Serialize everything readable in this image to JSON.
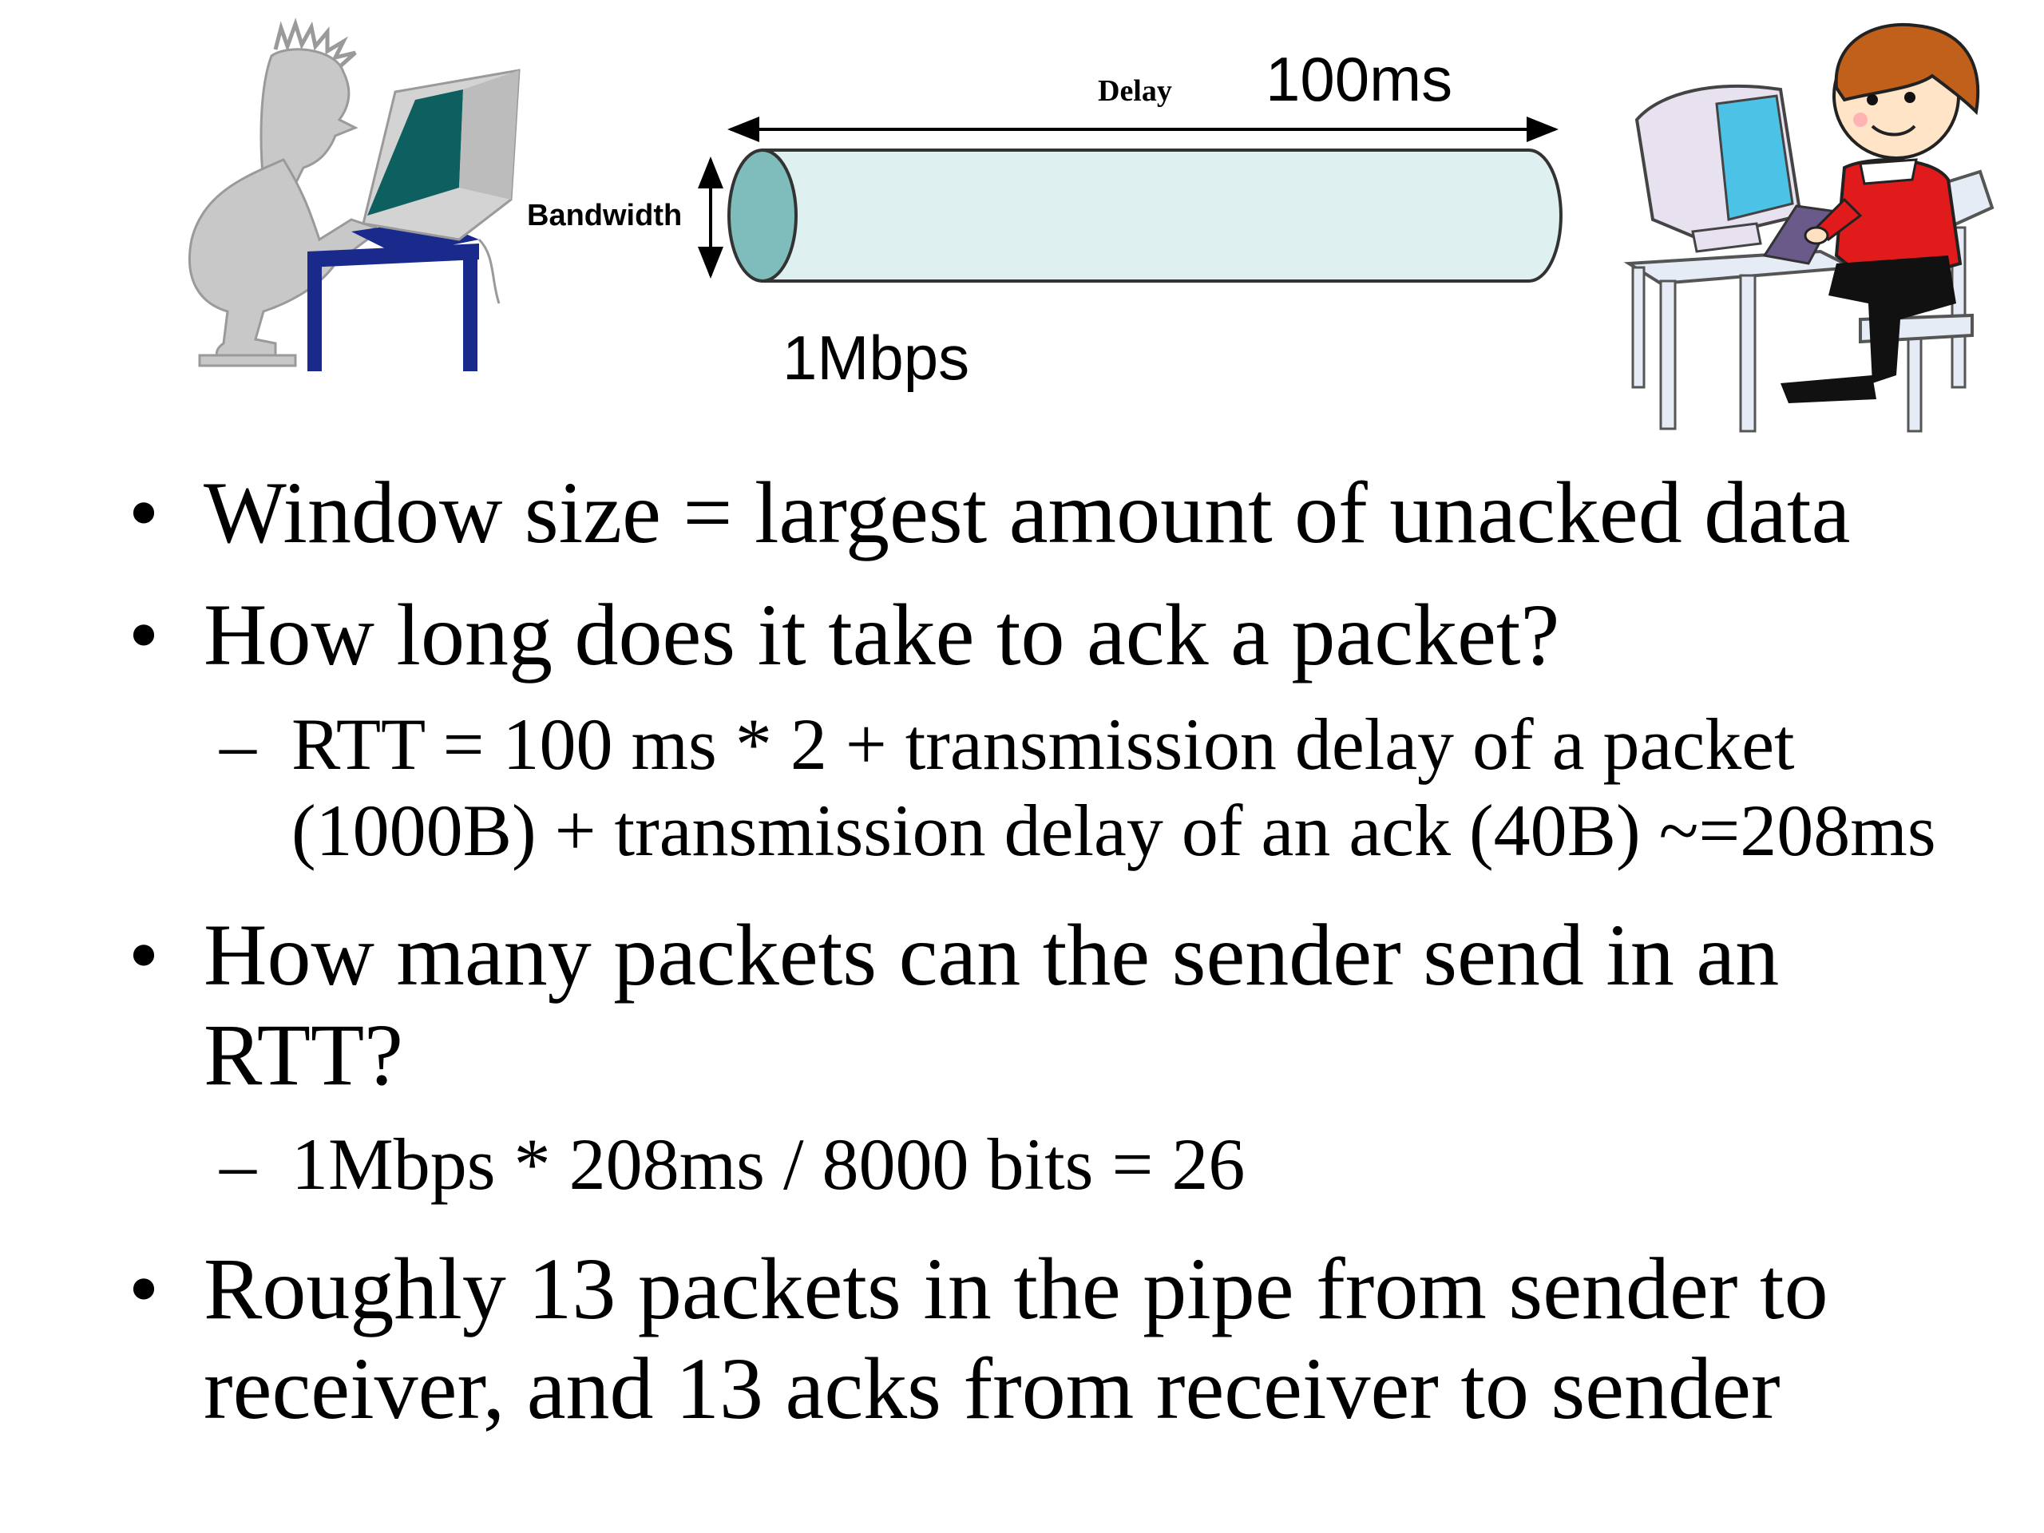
{
  "diagram": {
    "delay_label": "Delay",
    "delay_value": "100ms",
    "bandwidth_label": "Bandwidth",
    "bandwidth_value": "1Mbps",
    "sender_icon": "person-at-computer-icon",
    "receiver_icon": "boy-at-computer-icon",
    "pipe_color": "#dff0f0",
    "pipe_end_color": "#7fbcbc"
  },
  "bullets": [
    {
      "marker": "•",
      "text": "Window size = largest amount of unacked data"
    },
    {
      "marker": "•",
      "text": "How long does it take to ack a packet?"
    },
    {
      "marker": "–",
      "text": "RTT = 100 ms * 2 + transmission delay of a packet (1000B) + transmission delay of an ack (40B) ~=208ms"
    },
    {
      "marker": "•",
      "text": "How many packets can the sender send in an RTT?"
    },
    {
      "marker": "–",
      "text": "1Mbps * 208ms / 8000 bits = 26"
    },
    {
      "marker": "•",
      "text": "Roughly 13 packets in the pipe from sender to receiver, and 13 acks from receiver to sender"
    }
  ]
}
